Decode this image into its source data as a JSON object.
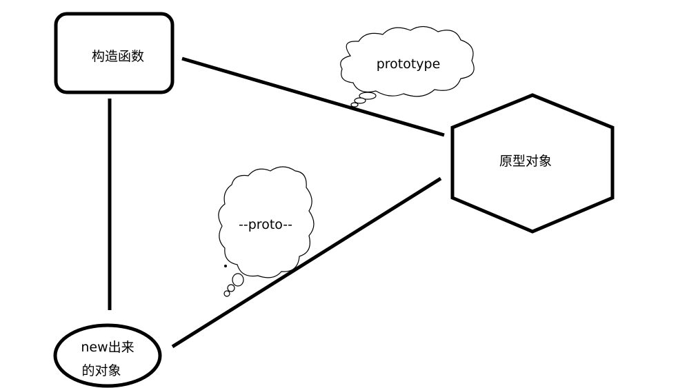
{
  "nodes": {
    "constructor": {
      "label": "构造函数"
    },
    "prototype_object": {
      "label": "原型对象"
    },
    "instance": {
      "line1": "new出来",
      "line2": "的对象"
    }
  },
  "edges": {
    "prototype": {
      "label": "prototype"
    },
    "proto": {
      "label": "--proto--"
    }
  },
  "colors": {
    "stroke": "#000000",
    "background": "#ffffff"
  }
}
